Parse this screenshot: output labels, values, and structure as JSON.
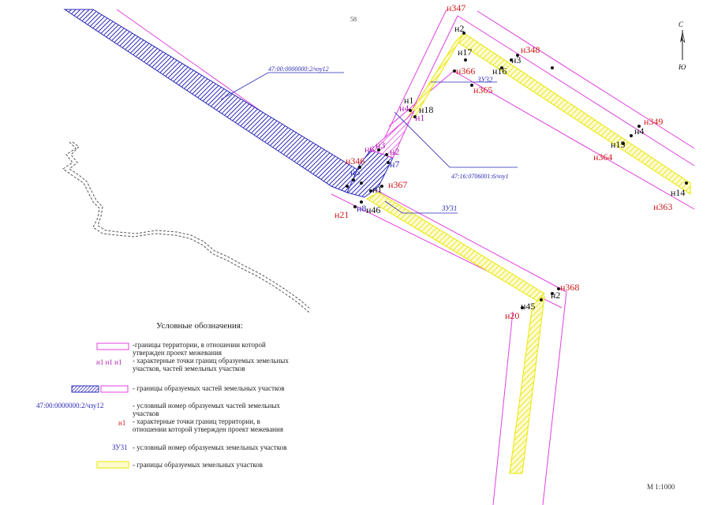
{
  "page_number": "58",
  "scale": "M 1:1000",
  "north_label": "С",
  "south_label": "Ю",
  "labels": {
    "top_cut": "н347",
    "n2_top": "н2",
    "n17": "н17",
    "n348": "н348",
    "n3": "н3",
    "n16": "н16",
    "n366": "н366",
    "n365": "н365",
    "zu32": "ЗУ32",
    "n1a": "н1",
    "n4a": "н4",
    "n18": "н18",
    "n1b": "н1",
    "n349": "н349",
    "n4b": "н4",
    "n15": "н15",
    "n364": "н364",
    "n6": "н6",
    "n3b": "н3",
    "n2b": "н2",
    "n7": "н7",
    "n346": "н346",
    "n5": "н5",
    "n367": "н367",
    "n1c": "н1",
    "n8": "н8",
    "n46": "н46",
    "n21": "н21",
    "zu31": "ЗУ31",
    "n14": "н14",
    "n363": "н363",
    "n368": "н368",
    "n2c": "н2",
    "n45": "н45",
    "n20": "н20",
    "chzu12": "47:00:0000000:2/чзу12",
    "chzu1": "47:16:0706001:6/чзу1"
  },
  "legend": {
    "title": "Условные обозначения:",
    "items": [
      {
        "text": "-границы территории, в отношении которой утвержден проект межевания"
      },
      {
        "sample": "н1 н1 н1",
        "text": "- характерные точки границ образуемых земельных участков, частей земельных участков"
      },
      {
        "text": "- границы образуемых частей земельных участков"
      },
      {
        "sample": "47:00:0000000:2/чзу12",
        "text": "- условный номер образуемых частей земельных участков"
      },
      {
        "sample": "н1",
        "text": "- характерные точки границ территории, в отношении которой утвержден проект межевания"
      },
      {
        "sample": "ЗУ31",
        "text": "- условный номер образуемых земельных участков"
      },
      {
        "text": "- границы образуемых земельных участков"
      }
    ]
  },
  "colors": {
    "territory": "#e040e0",
    "plot": "#e8e800",
    "part_blue": "#2a2ab8",
    "label_red": "#d11a1a",
    "label_blue": "#2a2ab8",
    "label_magenta": "#b020b0"
  }
}
